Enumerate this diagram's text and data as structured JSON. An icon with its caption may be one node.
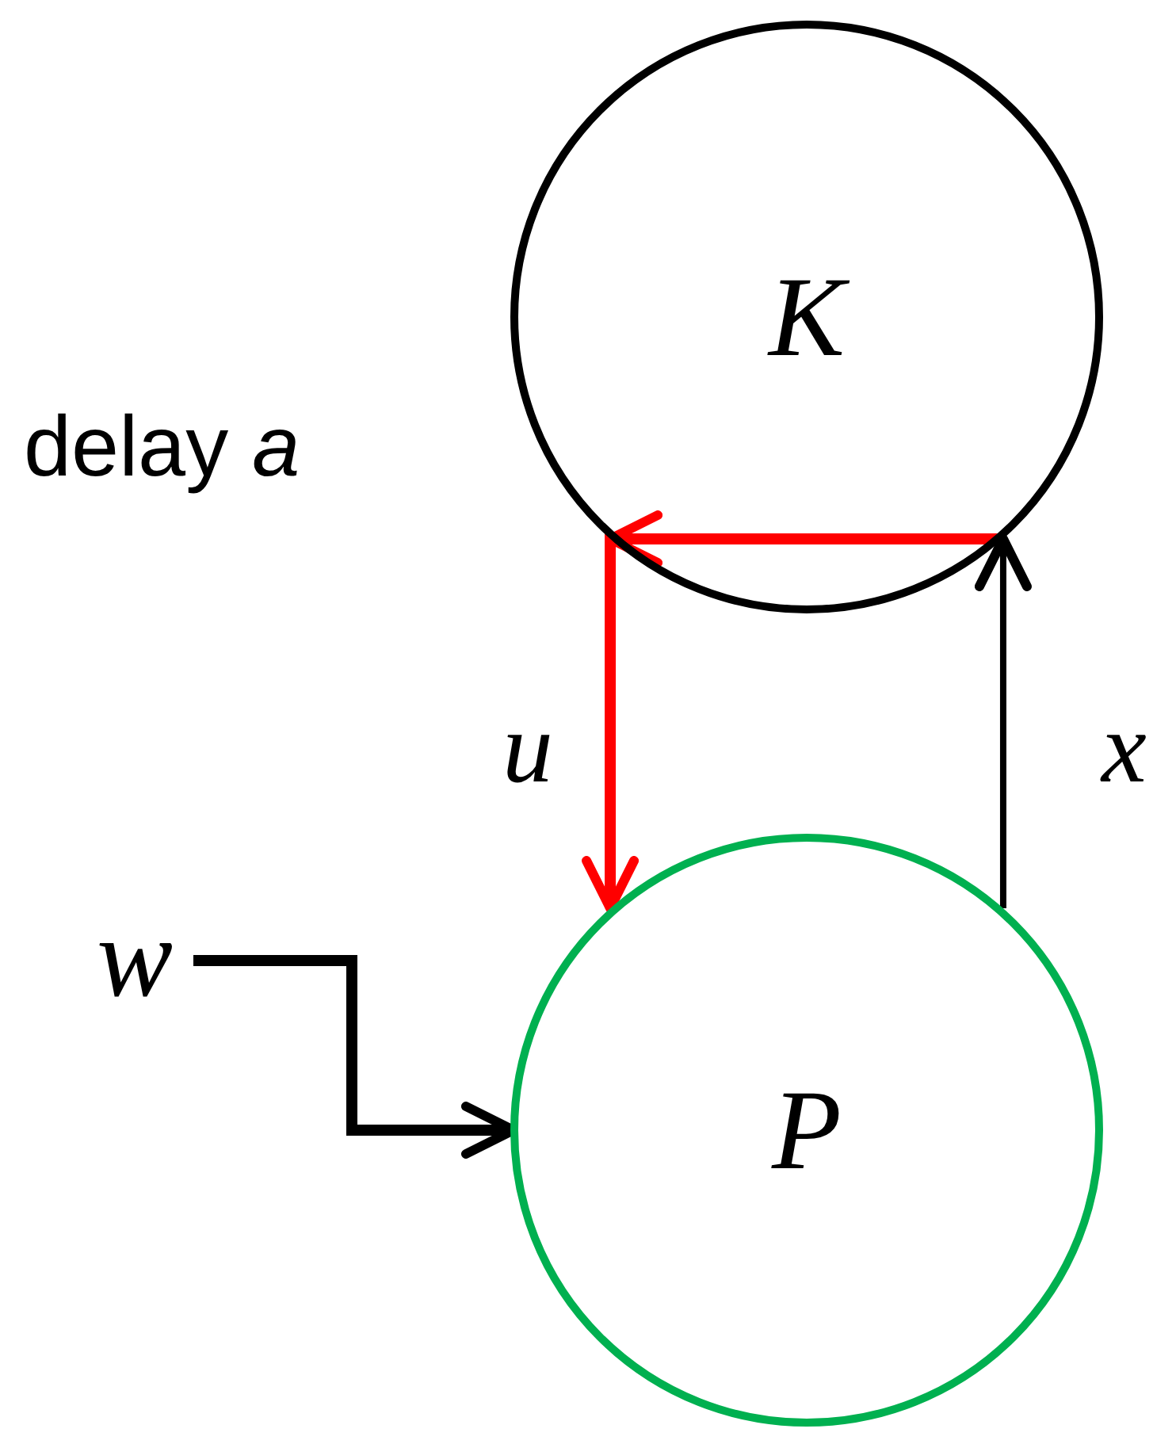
{
  "diagram": {
    "nodes": [
      {
        "text": [
          "K"
        ]
      },
      {
        "text": [
          "P"
        ]
      },
      {
        "text": [
          "w"
        ]
      }
    ],
    "edges": [
      {
        "from": 0,
        "to": 1,
        "arrow": "to",
        "label": "u",
        "color": "#ff0000"
      },
      {
        "from": 1,
        "to": 0,
        "arrow": "to",
        "label": "x"
      },
      {
        "from": 2,
        "to": 1,
        "arrow": "to"
      }
    ],
    "labels": [
      "delay *a*"
    ]
  }
}
